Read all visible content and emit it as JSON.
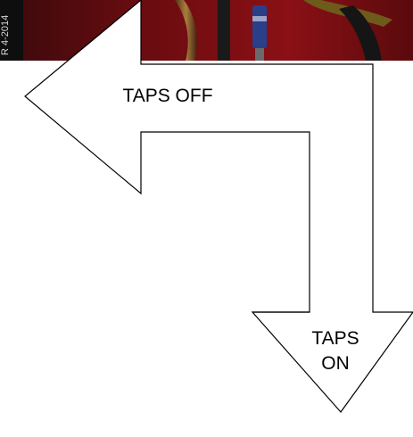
{
  "photo": {
    "stamp_text": "R 4-2014"
  },
  "arrows": [
    {
      "direction": "left",
      "label_lines": [
        "TAPS OFF"
      ]
    },
    {
      "direction": "down",
      "label_lines": [
        "TAPS",
        "ON"
      ]
    }
  ],
  "colors": {
    "background": "#ffffff",
    "arrow_fill": "#ffffff",
    "arrow_stroke": "#000000",
    "text": "#000000",
    "photo_red": "#7a0c12"
  }
}
